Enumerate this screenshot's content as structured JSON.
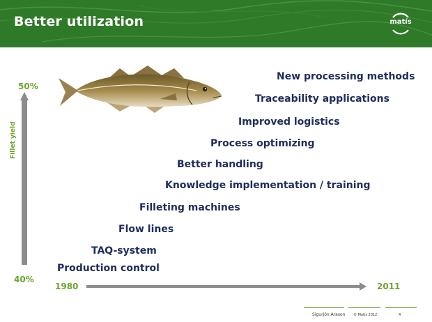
{
  "slide": {
    "title": "Better utilization",
    "logo_text": "matís"
  },
  "diagram": {
    "y_axis_label": "Fillet yield",
    "y_top": "50%",
    "y_bottom": "40%",
    "x_start": "1980",
    "x_end": "2011",
    "steps": [
      "Production control",
      "TAQ-system",
      "Flow lines",
      "Filleting machines",
      "Knowledge implementation / training",
      "Better handling",
      "Process optimizing",
      "Improved logistics",
      "Traceability applications",
      "New processing methods"
    ]
  },
  "footer": {
    "author": "Sigurjón Arason",
    "copyright": "© Matís 2012",
    "page": "4"
  },
  "colors": {
    "header": "#2f7a28",
    "accent": "#6aa62c",
    "text": "#1f2d5c",
    "axis": "#8c8c8c"
  },
  "icons": {
    "fish": "cod-fish-illustration",
    "logo": "matis-logo"
  }
}
